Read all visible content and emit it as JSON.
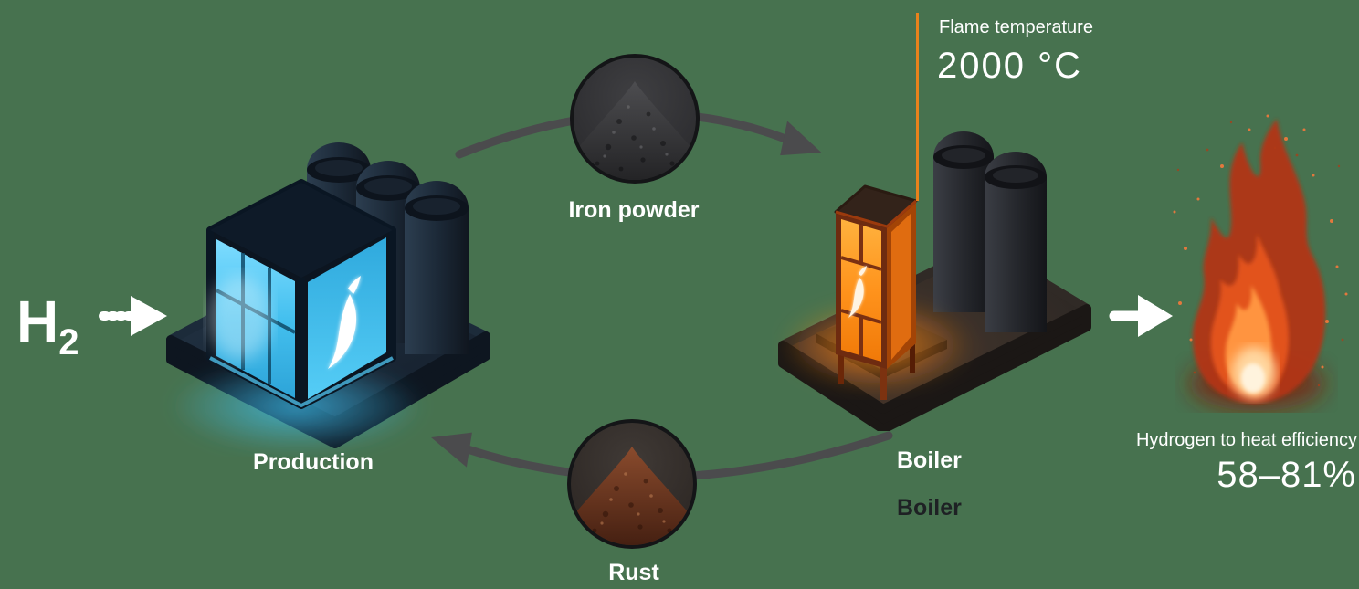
{
  "colors": {
    "background": "#47724F",
    "text_primary": "#FFFFFF",
    "boiler_shadow_label": "#1E2124",
    "flow_arc": "#4B4B4D",
    "accent_orange": "#E8821C",
    "production_glow": "#3EC1F2",
    "boiler_glow": "#FF8A1E"
  },
  "diagram": {
    "input": {
      "label_base": "H",
      "label_subscript": "2"
    },
    "production": {
      "label": "Production"
    },
    "boiler": {
      "label": "Boiler",
      "label_duplicate": "Boiler",
      "flame_temperature_label": "Flame temperature",
      "flame_temperature_value": "2000 °C"
    },
    "output": {
      "efficiency_label": "Hydrogen to heat efficiency",
      "efficiency_value": "58–81%"
    },
    "flows": {
      "forward": {
        "label": "Iron powder"
      },
      "return": {
        "label": "Rust"
      }
    }
  },
  "icons": {
    "h2-arrow-icon": "white arrow pointing right",
    "flame-arrow-icon": "white arrow pointing right",
    "forward-arc-arrow-icon": "gray curved arrow to boiler",
    "return-arc-arrow-icon": "gray curved arrow to production",
    "iron-powder-icon": "pile of dark iron powder in circle",
    "rust-icon": "pile of rust powder in circle",
    "production-building-icon": "isometric blue glowing production facility with tanks",
    "boiler-building-icon": "isometric orange glowing boiler tower with silos",
    "flame-icon": "burning fire illustration"
  }
}
